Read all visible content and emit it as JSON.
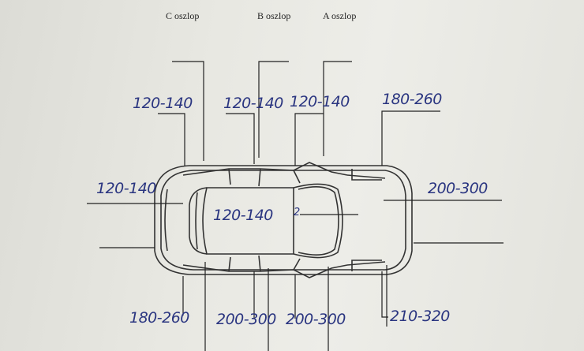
{
  "pillars": {
    "c": "C oszlop",
    "b": "B oszlop",
    "a": "A oszlop"
  },
  "measurements": {
    "c_pillar_top": "120-140",
    "b_pillar_top": "120-140",
    "a_pillar_top": "120-140",
    "front_fender_top": "180-260",
    "rear": "120-140",
    "roof": "120-140",
    "hood": "200-300",
    "rear_door_bottom": "180-260",
    "sill_b": "200-300",
    "sill_a": "200-300",
    "front_fender_bottom": "210-320"
  },
  "roof_mark": "2",
  "ink_color": "#2a3580"
}
